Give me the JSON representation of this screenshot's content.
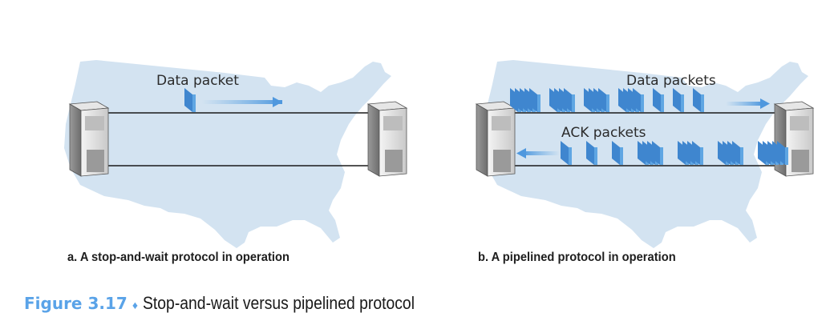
{
  "panels": [
    {
      "id": "a",
      "caption": "a. A stop-and-wait protocol in operation",
      "top_label": "Data packet",
      "data_groups": [
        1
      ],
      "ack_groups": []
    },
    {
      "id": "b",
      "caption": "b. A pipelined protocol in operation",
      "top_label": "Data packets",
      "bottom_label": "ACK packets",
      "data_groups": [
        5,
        4,
        4,
        4,
        1,
        1,
        1
      ],
      "ack_groups": [
        1,
        1,
        1,
        4,
        4,
        4,
        5
      ]
    }
  ],
  "figure": {
    "number": "Figure 3.17",
    "separator": "♦",
    "title": "Stop-and-wait versus pipelined protocol"
  },
  "colors": {
    "map": "#d3e3f1",
    "packet": "#5fa6e3",
    "packet_side": "#3f86cf",
    "accent": "#5aa3e8"
  }
}
